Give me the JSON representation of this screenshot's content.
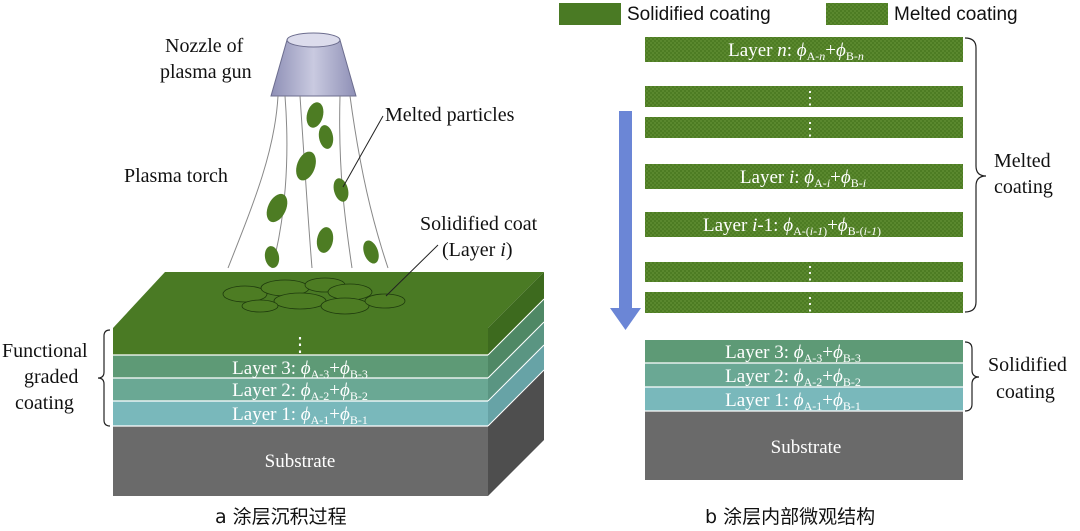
{
  "legend": {
    "solidified": "Solidified coating",
    "melted": "Melted coating"
  },
  "colors": {
    "melted": "#4d7c23",
    "solidified_top": "#4a7a24",
    "layer3": "#5e9a76",
    "layer2": "#6aa894",
    "layer1": "#79b8bb",
    "substrate": "#6a6a6a",
    "arrow": "#6b86d6",
    "nozzle": "#a9aac9"
  },
  "panel_a": {
    "nozzle_label_1": "Nozzle of",
    "nozzle_label_2": "plasma gun",
    "melted_particles": "Melted particles",
    "plasma_torch": "Plasma torch",
    "solidified_coat_1": "Solidified coat",
    "solidified_coat_2_pre": "(Layer ",
    "solidified_coat_2_var": "i",
    "solidified_coat_2_post": ")",
    "fgc_1": "Functional",
    "fgc_2": "graded",
    "fgc_3": "coating",
    "dots": "⋮",
    "layer3": {
      "name": "Layer 3: ",
      "phi": "ϕ",
      "sub_a": "A-3",
      "plus": "+",
      "sub_b": "B-3"
    },
    "layer2": {
      "name": "Layer 2: ",
      "phi": "ϕ",
      "sub_a": "A-2",
      "plus": "+",
      "sub_b": "B-2"
    },
    "layer1": {
      "name": "Layer 1: ",
      "phi": "ϕ",
      "sub_a": "A-1",
      "plus": "+",
      "sub_b": "B-1"
    },
    "substrate": "Substrate",
    "caption": "a  涂层沉积过程"
  },
  "panel_b": {
    "layer_n": {
      "name": "Layer ",
      "var": "n",
      "colon": ": ",
      "phi": "ϕ",
      "sub_a": "A-",
      "sub_a_var": "n",
      "plus": "+",
      "sub_b": "B-",
      "sub_b_var": "n"
    },
    "layer_i": {
      "name": "Layer ",
      "var": "i",
      "colon": ": ",
      "phi": "ϕ",
      "sub_a": "A-",
      "sub_a_var": "i",
      "plus": "+",
      "sub_b": "B-",
      "sub_b_var": "i"
    },
    "layer_i1": {
      "name": "Layer ",
      "var": "i",
      "suffix": "-1: ",
      "phi": "ϕ",
      "sub_a": "A-(",
      "sub_a_var": "i-1",
      "sub_a_close": ")",
      "plus": "+",
      "sub_b": "B-(",
      "sub_b_var": "i-1",
      "sub_b_close": ")"
    },
    "dots": "⋮",
    "melted_1": "Melted",
    "melted_2": "coating",
    "solidified_1": "Solidified",
    "solidified_2": "coating",
    "layer3": {
      "name": "Layer 3: ",
      "phi": "ϕ",
      "sub_a": "A-3",
      "plus": "+",
      "sub_b": "B-3"
    },
    "layer2": {
      "name": "Layer 2: ",
      "phi": "ϕ",
      "sub_a": "A-2",
      "plus": "+",
      "sub_b": "B-2"
    },
    "layer1": {
      "name": "Layer 1: ",
      "phi": "ϕ",
      "sub_a": "A-1",
      "plus": "+",
      "sub_b": "B-1"
    },
    "substrate": "Substrate",
    "caption": "b  涂层内部微观结构"
  }
}
